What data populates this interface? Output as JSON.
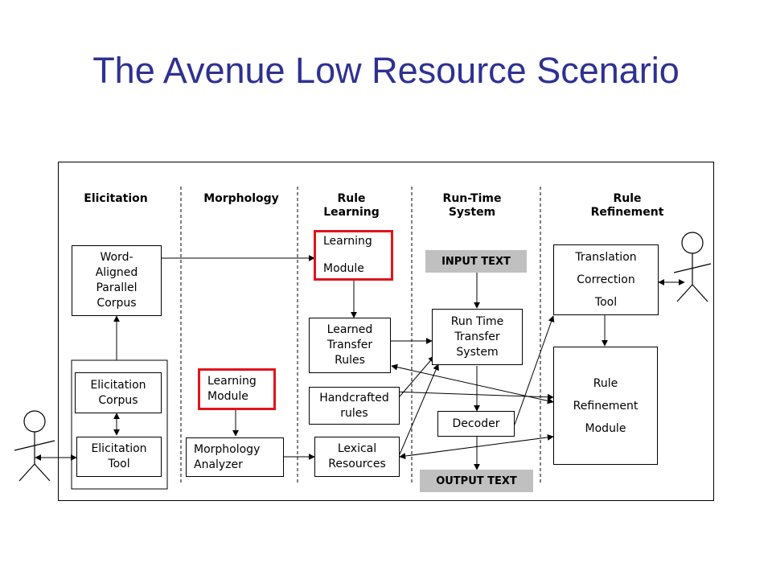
{
  "title": "The Avenue Low Resource Scenario",
  "columns": {
    "elicitation": "Elicitation",
    "morphology": "Morphology",
    "rule_learning": "Rule\nLearning",
    "run_time": "Run-Time\nSystem",
    "rule_refinement": "Rule\nRefinement"
  },
  "boxes": {
    "word_aligned_corpus": "Word-\nAligned\nParallel\nCorpus",
    "elicitation_corpus": "Elicitation\nCorpus",
    "elicitation_tool": "Elicitation\nTool",
    "morph_learning_module": "Learning\nModule",
    "morphology_analyzer": "Morphology\nAnalyzer",
    "rule_learning_module": "Learning\n\nModule",
    "learned_transfer_rules": "Learned\nTransfer\nRules",
    "handcrafted_rules": "Handcrafted\nrules",
    "lexical_resources": "Lexical\nResources",
    "input_text": "INPUT TEXT",
    "run_time_transfer_system": "Run Time\nTransfer\nSystem",
    "decoder": "Decoder",
    "output_text": "OUTPUT TEXT",
    "translation_correction_tool": "Translation\n\nCorrection\n\nTool",
    "rule_refinement_module": "Rule\n\nRefinement\n\nModule"
  },
  "colors": {
    "title": "#2e3192",
    "highlight_border": "#e0141c",
    "io_fill": "#c0c0c0"
  }
}
